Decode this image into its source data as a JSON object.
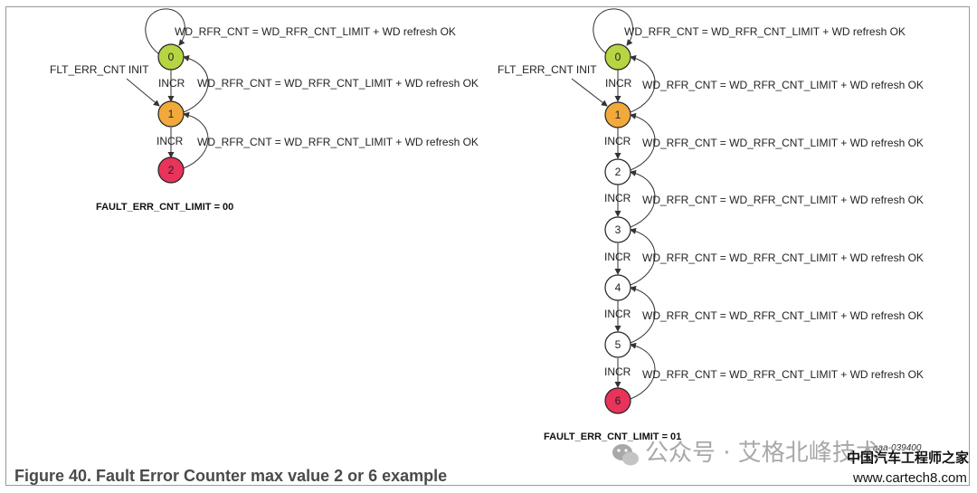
{
  "left_diagram": {
    "nodes": [
      {
        "label": "0",
        "color": "#b5d542"
      },
      {
        "label": "1",
        "color": "#f2a93b"
      },
      {
        "label": "2",
        "color": "#e8335b"
      }
    ],
    "init_label": "FLT_ERR_CNT INIT",
    "incr_label": "INCR",
    "refresh_label": "WD_RFR_CNT = WD_RFR_CNT_LIMIT + WD refresh OK",
    "limit_label": "FAULT_ERR_CNT_LIMIT = 00"
  },
  "right_diagram": {
    "nodes": [
      {
        "label": "0",
        "color": "#b5d542"
      },
      {
        "label": "1",
        "color": "#f2a93b"
      },
      {
        "label": "2",
        "color": "#ffffff"
      },
      {
        "label": "3",
        "color": "#ffffff"
      },
      {
        "label": "4",
        "color": "#ffffff"
      },
      {
        "label": "5",
        "color": "#ffffff"
      },
      {
        "label": "6",
        "color": "#e8335b"
      }
    ],
    "init_label": "FLT_ERR_CNT INIT",
    "incr_label": "INCR",
    "refresh_label": "WD_RFR_CNT = WD_RFR_CNT_LIMIT + WD refresh OK",
    "limit_label": "FAULT_ERR_CNT_LIMIT = 01"
  },
  "caption": "Figure 40.  Fault Error Counter max value 2 or 6 example",
  "ref_id": "aaa-039400",
  "watermark": {
    "text": "公众号 · 艾格北峰技术",
    "cn_text": "中国汽车工程师之家",
    "url": "www.cartech8.com"
  }
}
